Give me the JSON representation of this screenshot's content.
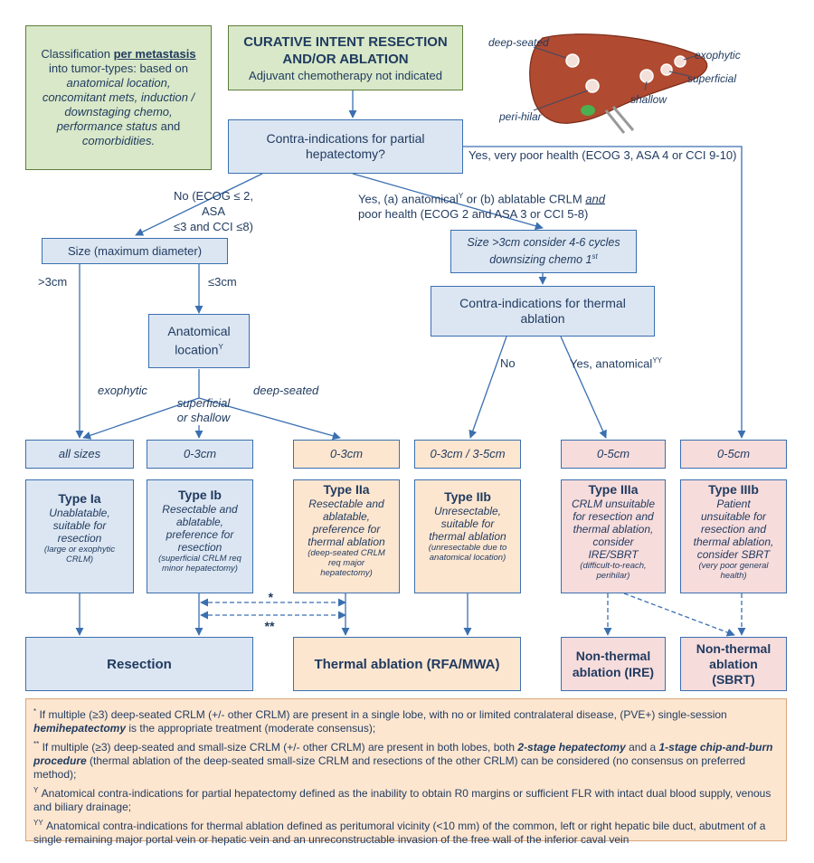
{
  "classification_box": {
    "line1": "Classification ",
    "line1_bold": "per metastasis",
    "line2": "into tumor-types: based on",
    "line3": "anatomical location,",
    "line4": "concomitant mets, induction /",
    "line5": "downstaging chemo,",
    "line6a": "performance status",
    "line6b": " and",
    "line7": "comorbidities."
  },
  "curative_box": {
    "title_line1": "CURATIVE INTENT RESECTION",
    "title_line2": "AND/OR ABLATION",
    "subtitle": "Adjuvant chemotherapy not indicated"
  },
  "liver_labels": {
    "deep_seated": "deep-seated",
    "exophytic": "exophytic",
    "superficial": "superficial",
    "shallow": "shallow",
    "peri_hilar": "peri-hilar"
  },
  "contra_hepatectomy": {
    "line1": "Contra-indications for partial",
    "line2": "hepatectomy?"
  },
  "branch_yes_poor": "Yes, very poor health (ECOG 3, ASA 4 or CCI 9-10)",
  "branch_no": {
    "line1": "No (ECOG ≤ 2, ASA",
    "line2": "≤3 and CCI ≤8)"
  },
  "branch_yes_a": {
    "line1a": "Yes, (a) anatomical",
    "sup": "Υ",
    "line1b": " or (b) ablatable CRLM ",
    "line1c": "and",
    "line2": "poor health (ECOG 2 and ASA 3 or CCI 5-8)"
  },
  "size_box": "Size (maximum diameter)",
  "size_gt": ">3cm",
  "size_le": "≤3cm",
  "downsizing_box": {
    "line1": "Size >3cm consider 4-6 cycles",
    "line2": "downsizing chemo 1",
    "sup": "st"
  },
  "contra_thermal": {
    "line1": "Contra-indications for thermal",
    "line2": "ablation"
  },
  "thermal_no": "No",
  "thermal_yes": "Yes, anatomical",
  "thermal_yes_sup": "ΥΥ",
  "anatomical_box": {
    "line1": "Anatomical",
    "line2": "location",
    "sup": "Υ"
  },
  "loc_exophytic": "exophytic",
  "loc_superficial": {
    "line1": "superficial",
    "line2": "or shallow"
  },
  "loc_deep": "deep-seated",
  "size_cells": [
    "all sizes",
    "0-3cm",
    "0-3cm",
    "0-3cm / 3-5cm",
    "0-5cm",
    "0-5cm"
  ],
  "types": [
    {
      "title": "Type Ia",
      "desc": [
        "Unablatable,",
        "suitable for",
        "resection"
      ],
      "note": [
        "(large or exophytic",
        "CRLM)"
      ]
    },
    {
      "title": "Type Ib",
      "desc": [
        "Resectable and",
        "ablatable,",
        "preference for",
        "resection"
      ],
      "note": [
        "(superficial CRLM req",
        "minor hepatectomy)"
      ]
    },
    {
      "title": "Type IIa",
      "desc": [
        "Resectable and",
        "ablatable,",
        "preference for",
        "thermal ablation"
      ],
      "note": [
        "(deep-seated CRLM",
        "req major",
        "hepatectomy)"
      ]
    },
    {
      "title": "Type IIb",
      "desc": [
        "Unresectable,",
        "suitable for",
        "thermal ablation"
      ],
      "note": [
        "(unresectable due to",
        "anatomical location)"
      ]
    },
    {
      "title": "Type IIIa",
      "desc": [
        "CRLM unsuitable",
        "for resection and",
        "thermal ablation,",
        "consider",
        "IRE/SBRT"
      ],
      "note": [
        "(difficult-to-reach,",
        "perihilar)"
      ]
    },
    {
      "title": "Type IIIb",
      "desc": [
        "Patient",
        "unsuitable for",
        "resection and",
        "thermal ablation,",
        "consider SBRT"
      ],
      "note": [
        "(very poor general",
        "health)"
      ]
    }
  ],
  "star1": "*",
  "star2": "**",
  "outcomes": {
    "resection": "Resection",
    "thermal": "Thermal ablation (RFA/MWA)",
    "ire": {
      "line1": "Non-thermal",
      "line2": "ablation (IRE)"
    },
    "sbrt": {
      "line1": "Non-thermal",
      "line2": "ablation",
      "line3": "(SBRT)"
    }
  },
  "footnotes": {
    "f1": {
      "mark": "*",
      "t1": " If multiple (≥3) deep-seated CRLM (+/- other CRLM) are present in a single lobe, with no or limited contralateral disease, (PVE+) single-session ",
      "b1": "hemihepatectomy",
      "t2": " is the appropriate treatment (moderate consensus);"
    },
    "f2": {
      "mark": "**",
      "t1": " If multiple (≥3) deep-seated and small-size CRLM (+/- other CRLM) are present in both lobes, both ",
      "b1": "2-stage hepatectomy",
      "t2": " and a ",
      "b2": "1-stage chip-and-burn procedure",
      "t3": " (thermal ablation of the deep-seated small-size CRLM and resections of the other CRLM) can be considered (no consensus on preferred method);"
    },
    "f3": {
      "mark": "Υ",
      "t1": " Anatomical contra-indications for partial hepatectomy defined as the inability to obtain R0 margins or sufficient FLR with intact dual blood supply, venous and biliary drainage;"
    },
    "f4": {
      "mark": "ΥΥ",
      "t1": " Anatomical contra-indications for thermal ablation defined as peritumoral vicinity (<10 mm) of the common, left or right hepatic bile duct, abutment of a single remaining major portal vein or hepatic vein and an unreconstructable invasion of the free wall of the inferior caval vein"
    }
  },
  "colors": {
    "line": "#3a6fb0",
    "blue_fill": "#dce6f2",
    "orange_fill": "#fde6d0",
    "pink_fill": "#f7dcdc",
    "green_fill": "#d8e8c8"
  }
}
